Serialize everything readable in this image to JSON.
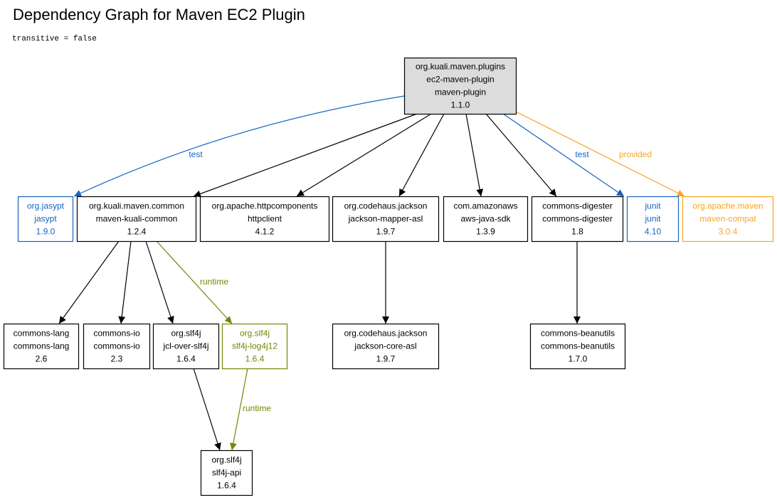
{
  "title": "Dependency Graph for Maven EC2 Plugin",
  "subtitle": "transitive = false",
  "colors": {
    "default": "#000000",
    "test": "#1565c0",
    "provided": "#f5a623",
    "runtime": "#6d8a00",
    "root_fill": "#dcdcdc"
  },
  "nodes": [
    {
      "id": "root",
      "lines": [
        "org.kuali.maven.plugins",
        "ec2-maven-plugin",
        "maven-plugin",
        "1.1.0"
      ],
      "scope": "default",
      "root": true
    },
    {
      "id": "jasypt",
      "lines": [
        "org.jasypt",
        "jasypt",
        "1.9.0"
      ],
      "scope": "test"
    },
    {
      "id": "kuali-common",
      "lines": [
        "org.kuali.maven.common",
        "maven-kuali-common",
        "1.2.4"
      ],
      "scope": "default"
    },
    {
      "id": "httpclient",
      "lines": [
        "org.apache.httpcomponents",
        "httpclient",
        "4.1.2"
      ],
      "scope": "default"
    },
    {
      "id": "jackson-mapper",
      "lines": [
        "org.codehaus.jackson",
        "jackson-mapper-asl",
        "1.9.7"
      ],
      "scope": "default"
    },
    {
      "id": "aws-sdk",
      "lines": [
        "com.amazonaws",
        "aws-java-sdk",
        "1.3.9"
      ],
      "scope": "default"
    },
    {
      "id": "digester",
      "lines": [
        "commons-digester",
        "commons-digester",
        "1.8"
      ],
      "scope": "default"
    },
    {
      "id": "junit",
      "lines": [
        "junit",
        "junit",
        "4.10"
      ],
      "scope": "test"
    },
    {
      "id": "maven-compat",
      "lines": [
        "org.apache.maven",
        "maven-compat",
        "3.0.4"
      ],
      "scope": "provided"
    },
    {
      "id": "commons-lang",
      "lines": [
        "commons-lang",
        "commons-lang",
        "2.6"
      ],
      "scope": "default"
    },
    {
      "id": "commons-io",
      "lines": [
        "commons-io",
        "commons-io",
        "2.3"
      ],
      "scope": "default"
    },
    {
      "id": "jcl-over-slf4j",
      "lines": [
        "org.slf4j",
        "jcl-over-slf4j",
        "1.6.4"
      ],
      "scope": "default"
    },
    {
      "id": "slf4j-log4j12",
      "lines": [
        "org.slf4j",
        "slf4j-log4j12",
        "1.6.4"
      ],
      "scope": "runtime"
    },
    {
      "id": "jackson-core",
      "lines": [
        "org.codehaus.jackson",
        "jackson-core-asl",
        "1.9.7"
      ],
      "scope": "default"
    },
    {
      "id": "beanutils",
      "lines": [
        "commons-beanutils",
        "commons-beanutils",
        "1.7.0"
      ],
      "scope": "default"
    },
    {
      "id": "slf4j-api",
      "lines": [
        "org.slf4j",
        "slf4j-api",
        "1.6.4"
      ],
      "scope": "default"
    }
  ],
  "edges": [
    {
      "from": "root",
      "to": "jasypt",
      "scope": "test",
      "label": "test"
    },
    {
      "from": "root",
      "to": "kuali-common",
      "scope": "default",
      "label": ""
    },
    {
      "from": "root",
      "to": "httpclient",
      "scope": "default",
      "label": ""
    },
    {
      "from": "root",
      "to": "jackson-mapper",
      "scope": "default",
      "label": ""
    },
    {
      "from": "root",
      "to": "aws-sdk",
      "scope": "default",
      "label": ""
    },
    {
      "from": "root",
      "to": "digester",
      "scope": "default",
      "label": ""
    },
    {
      "from": "root",
      "to": "junit",
      "scope": "test",
      "label": "test"
    },
    {
      "from": "root",
      "to": "maven-compat",
      "scope": "provided",
      "label": "provided"
    },
    {
      "from": "kuali-common",
      "to": "commons-lang",
      "scope": "default",
      "label": ""
    },
    {
      "from": "kuali-common",
      "to": "commons-io",
      "scope": "default",
      "label": ""
    },
    {
      "from": "kuali-common",
      "to": "jcl-over-slf4j",
      "scope": "default",
      "label": ""
    },
    {
      "from": "kuali-common",
      "to": "slf4j-log4j12",
      "scope": "runtime",
      "label": "runtime"
    },
    {
      "from": "jackson-mapper",
      "to": "jackson-core",
      "scope": "default",
      "label": ""
    },
    {
      "from": "digester",
      "to": "beanutils",
      "scope": "default",
      "label": ""
    },
    {
      "from": "jcl-over-slf4j",
      "to": "slf4j-api",
      "scope": "default",
      "label": ""
    },
    {
      "from": "slf4j-log4j12",
      "to": "slf4j-api",
      "scope": "runtime",
      "label": "runtime"
    }
  ]
}
